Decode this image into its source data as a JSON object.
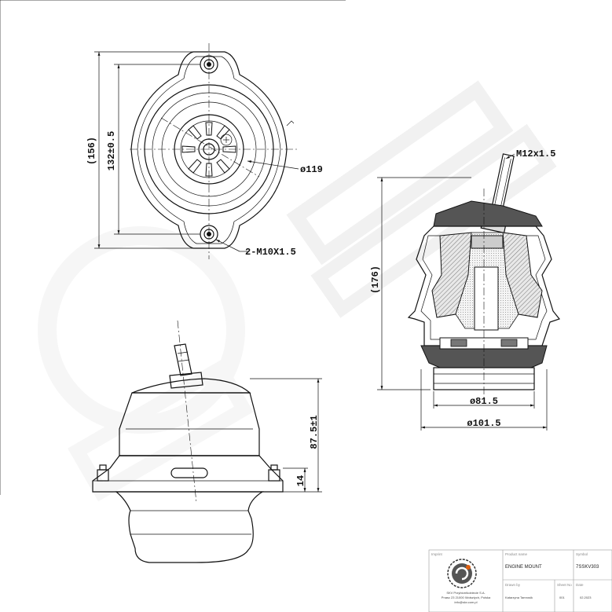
{
  "dimensions": {
    "height_156": "(156)",
    "hole_spacing": "132±0.5",
    "diameter_119": "ø119",
    "bolt_thread": "2-M10X1.5",
    "stud_thread": "M12x1.5",
    "height_176": "(176)",
    "diameter_81_5": "ø81.5",
    "diameter_101_5": "ø101.5",
    "height_87_5": "87.5±1",
    "flange_14": "14"
  },
  "title_block": {
    "company_label": "Imprint",
    "product_label": "Product name",
    "product_name": "ENGINE MOUNT",
    "symbol_label": "Symbol",
    "symbol_value": "7SSKV303",
    "company_text_1": "SKV Przybiorńkobiecie S.A.",
    "company_text_2": "Pnasc 23 21000 Wolsztych, Polska",
    "company_text_3": "info@skv.com.pl",
    "drawer_label": "Drawn by",
    "drawer_value": "Katarzyna Tamrosik",
    "sheet_label": "Sheet No",
    "sheet_value": "001",
    "date_label": "Date",
    "date_value": "02.2023"
  },
  "colors": {
    "line": "#111111",
    "watermark": "#e6e6e6",
    "background": "#ffffff"
  }
}
